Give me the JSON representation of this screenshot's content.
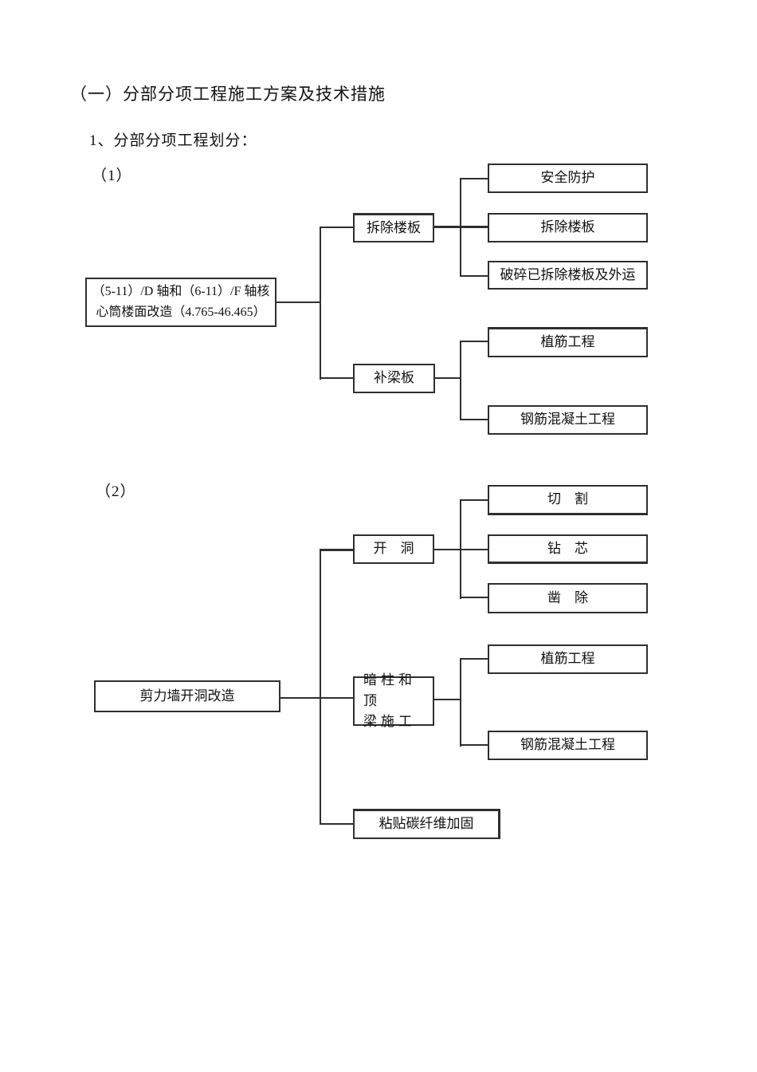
{
  "page": {
    "heading": "（一）分部分项工程施工方案及技术措施",
    "subheading": "1、分部分项工程划分：",
    "colors": {
      "page_background": "#ffffff",
      "line": "#2f2f2f",
      "text": "#111111"
    }
  },
  "diagram1": {
    "label": "（1）",
    "root_lines": [
      "（5-11）/D 轴和（6-11）/F 轴核",
      "心筒楼面改造（4.765-46.465）"
    ],
    "branches": [
      {
        "label": "拆除楼板",
        "children": [
          "安全防护",
          "拆除楼板",
          "破碎已拆除楼板及外运"
        ]
      },
      {
        "label": "补梁板",
        "children": [
          "植筋工程",
          "钢筋混凝土工程"
        ]
      }
    ]
  },
  "diagram2": {
    "label": "（2）",
    "root": "剪力墙开洞改造",
    "branches": [
      {
        "label": "开　洞",
        "children": [
          "切　割",
          "钻　芯",
          "凿　除"
        ]
      },
      {
        "label_lines": [
          "暗柱和顶",
          "梁施工"
        ],
        "children": [
          "植筋工程",
          "钢筋混凝土工程"
        ]
      },
      {
        "label": "粘贴碳纤维加固",
        "children": []
      }
    ]
  }
}
